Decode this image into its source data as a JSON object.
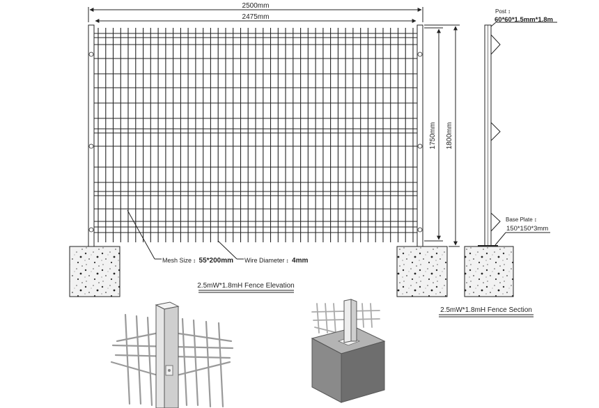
{
  "elevation": {
    "overall_width": "2500mm",
    "panel_width": "2475mm",
    "panel_height": "1750mm",
    "overall_height": "1800mm",
    "mesh_size_label": "Mesh Size",
    "mesh_size_value": "55*200mm",
    "wire_diameter_label": "Wire Diameter",
    "wire_diameter_value": "4mm",
    "caption": "2.5mW*1.8mH Fence Elevation"
  },
  "section": {
    "post_label": "Post",
    "post_value": "60*60*1.5mm*1.8m",
    "base_plate_label": "Base Plate",
    "base_plate_value": "150*150*3mm",
    "caption": "2.5mW*1.8mH Fence Section"
  },
  "colors": {
    "line": "#222222",
    "concrete": "#f2f2f2",
    "block_3d": "#8a8a8a"
  },
  "icons": [
    "fence-panel",
    "fence-post",
    "concrete-footing",
    "clamp-detail",
    "post-base-detail"
  ]
}
